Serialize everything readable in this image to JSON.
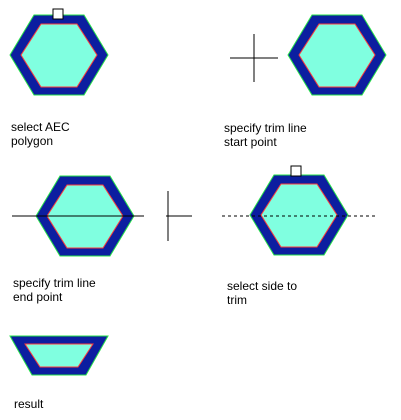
{
  "colors": {
    "background": "#ffffff",
    "polygon_fill": "#80ffe0",
    "polygon_border": "#0c1ea0",
    "outer_edge": "#25e048",
    "inner_edge": "#ff3a3a",
    "line": "#000000"
  },
  "steps": [
    {
      "caption_line1": "select AEC",
      "caption_line2": "polygon",
      "icon": "pick-box-icon"
    },
    {
      "caption_line1": "specify trim line",
      "caption_line2": "start point",
      "icon": "crosshair-cursor-icon"
    },
    {
      "caption_line1": "specify trim line",
      "caption_line2": "end point",
      "icon": "crosshair-cursor-icon"
    },
    {
      "caption_line1": "select side to",
      "caption_line2": "trim",
      "icon": "pick-box-icon"
    },
    {
      "caption_line1": "result",
      "caption_line2": ""
    }
  ]
}
